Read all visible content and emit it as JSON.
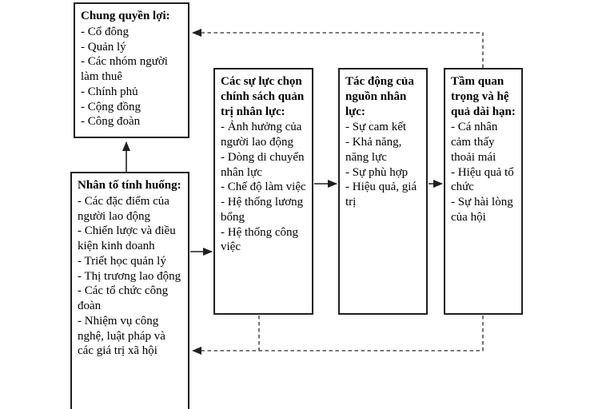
{
  "colors": {
    "background": "#ffffff",
    "border": "#1f1f1f",
    "text": "#000000"
  },
  "diagram": {
    "boxes": [
      {
        "id": "stakeholders",
        "title": "Chung quyền lợi:",
        "items": [
          "- Cổ đông",
          "- Quản lý",
          "- Các nhóm người làm thuê",
          "- Chính phủ",
          "- Cộng đồng",
          "- Công đoàn"
        ]
      },
      {
        "id": "situational-factors",
        "title": "Nhân tố tính huống:",
        "items": [
          "- Các đặc điểm của người lao động",
          "- Chiến lược và điều kiện kinh doanh",
          "- Triết học quản lý",
          "- Thị trương lao động",
          "- Các tổ chức công đoàn",
          "- Nhiệm vụ công nghệ, luật pháp và các giá trị xã hội"
        ]
      },
      {
        "id": "policy-choices",
        "title": "Các sự lực chọn chính sách quản trị nhân lực:",
        "items": [
          "- Ảnh hưởng của người lao động",
          "- Dòng di chuyển nhân lực",
          "- Chế độ làm việc",
          "- Hệ thống lương bổng",
          "- Hệ thống công việc"
        ]
      },
      {
        "id": "hr-outcomes",
        "title": "Tác động của nguồn nhân lực:",
        "items": [
          "- Sự cam kết",
          "- Khả năng, năng lực",
          "- Sự phù hợp",
          "- Hiệu quả, giá trị"
        ]
      },
      {
        "id": "long-term-consequences",
        "title": "Tầm quan trọng và hệ quả dài hạn:",
        "items": [
          "- Cá nhân cảm thấy thoải mái",
          "- Hiệu quả tổ chức",
          "- Sự hài lòng của hội"
        ]
      }
    ],
    "connectors": [
      {
        "from": "situational-factors",
        "to": "stakeholders",
        "style": "solid-arrow-up"
      },
      {
        "from": "situational-factors",
        "to": "policy-choices",
        "style": "solid-arrow-right"
      },
      {
        "from": "policy-choices",
        "to": "hr-outcomes",
        "style": "solid-arrow-right"
      },
      {
        "from": "hr-outcomes",
        "to": "long-term-consequences",
        "style": "solid-arrow-right"
      },
      {
        "from": "long-term-consequences",
        "to": "stakeholders",
        "style": "dashed-feedback-top"
      },
      {
        "from": "long-term-consequences",
        "to": "situational-factors",
        "style": "dashed-feedback-bottom"
      },
      {
        "from": "policy-choices",
        "to": "situational-factors",
        "style": "dashed-feedback-bottom"
      }
    ]
  }
}
